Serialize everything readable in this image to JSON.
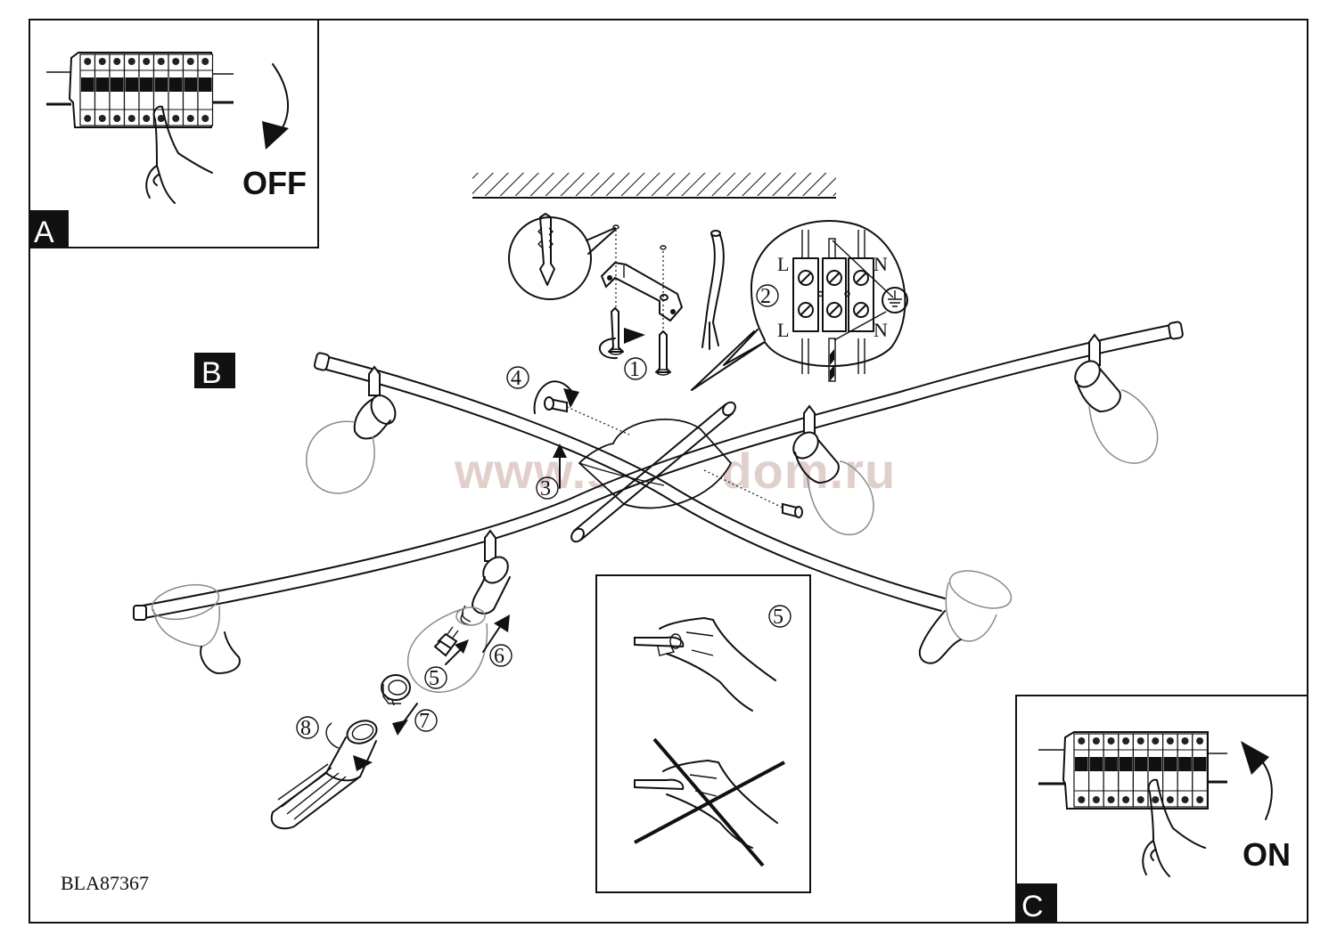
{
  "document": {
    "model_code": "BLA87367",
    "watermark": "www.svetodom.ru"
  },
  "panels": {
    "a": {
      "letter": "A",
      "label": "OFF"
    },
    "b": {
      "letter": "B"
    },
    "c": {
      "letter": "C",
      "label": "ON"
    }
  },
  "steps": {
    "s1": "1",
    "s2": "2",
    "s3": "3",
    "s4": "4",
    "s5": "5",
    "s6": "6",
    "s7": "7",
    "s8": "8",
    "s5_detail": "5"
  },
  "wiring": {
    "live_top": "L",
    "neutral_top": "N",
    "live_bottom": "L",
    "neutral_bottom": "N",
    "earth_symbol": "earth-ground"
  },
  "colors": {
    "line": "#111111",
    "shade_outline": "#8a8a8a",
    "watermark": "#c9a8a4"
  }
}
